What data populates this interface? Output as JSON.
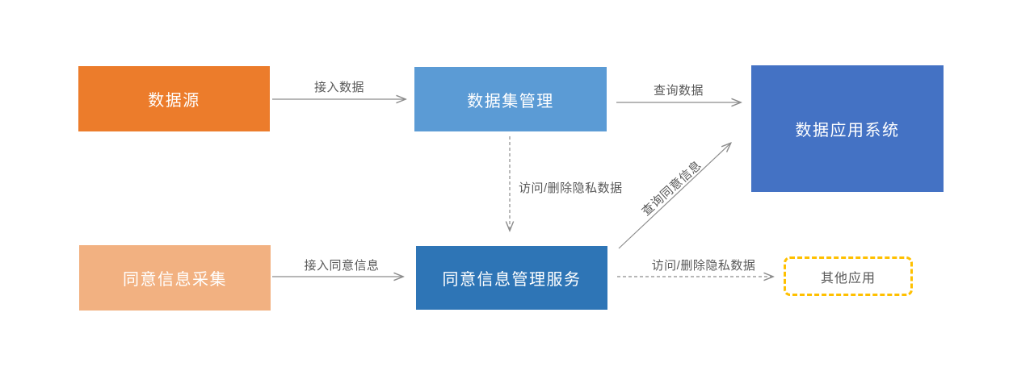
{
  "diagram": {
    "background_color": "#ffffff",
    "connector_color": "#8c8c8c",
    "edge_label_color": "#595959",
    "nodes": {
      "data_source": {
        "label": "数据源",
        "fill": "#EC7C2B",
        "text_color": "#ffffff"
      },
      "dataset_management": {
        "label": "数据集管理",
        "fill": "#5B9BD5",
        "text_color": "#ffffff"
      },
      "data_application_system": {
        "label": "数据应用系统",
        "fill": "#4472C4",
        "text_color": "#ffffff"
      },
      "consent_collection": {
        "label": "同意信息采集",
        "fill": "#F2B181",
        "text_color": "#ffffff"
      },
      "consent_management_service": {
        "label": "同意信息管理服务",
        "fill": "#2E75B6",
        "text_color": "#ffffff"
      },
      "other_applications": {
        "label": "其他应用",
        "fill": "#ffffff",
        "border_color": "#FFC000",
        "text_color": "#595959"
      }
    },
    "edges": {
      "ingest_data": {
        "label": "接入数据",
        "style": "solid",
        "from": "data_source",
        "to": "dataset_management"
      },
      "query_data": {
        "label": "查询数据",
        "style": "solid",
        "from": "dataset_management",
        "to": "data_application_system"
      },
      "access_delete_private_data_down": {
        "label": "访问/删除隐私数据",
        "style": "dashed",
        "from": "dataset_management",
        "to": "consent_management_service"
      },
      "ingest_consent_info": {
        "label": "接入同意信息",
        "style": "solid",
        "from": "consent_collection",
        "to": "consent_management_service"
      },
      "query_consent_info": {
        "label": "查询同意信息",
        "style": "solid",
        "from": "consent_management_service",
        "to": "data_application_system"
      },
      "access_delete_private_data_right": {
        "label": "访问/删除隐私数据",
        "style": "dashed",
        "from": "consent_management_service",
        "to": "other_applications"
      }
    }
  }
}
